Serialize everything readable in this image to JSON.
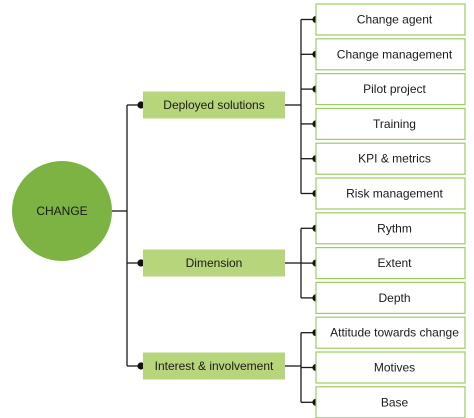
{
  "root": {
    "label": "CHANGE",
    "color": "#7cb342"
  },
  "branch_color": "#b7d57a",
  "leaf_border_color": "#9ccc65",
  "branches": [
    {
      "label": "Deployed solutions",
      "children": [
        "Change agent",
        "Change management",
        "Pilot project",
        "Training",
        "KPI & metrics",
        "Risk management"
      ]
    },
    {
      "label": "Dimension",
      "children": [
        "Rythm",
        "Extent",
        "Depth"
      ]
    },
    {
      "label": "Interest & involvement",
      "children": [
        "Attitude towards change",
        "Motives",
        "Base"
      ]
    }
  ]
}
